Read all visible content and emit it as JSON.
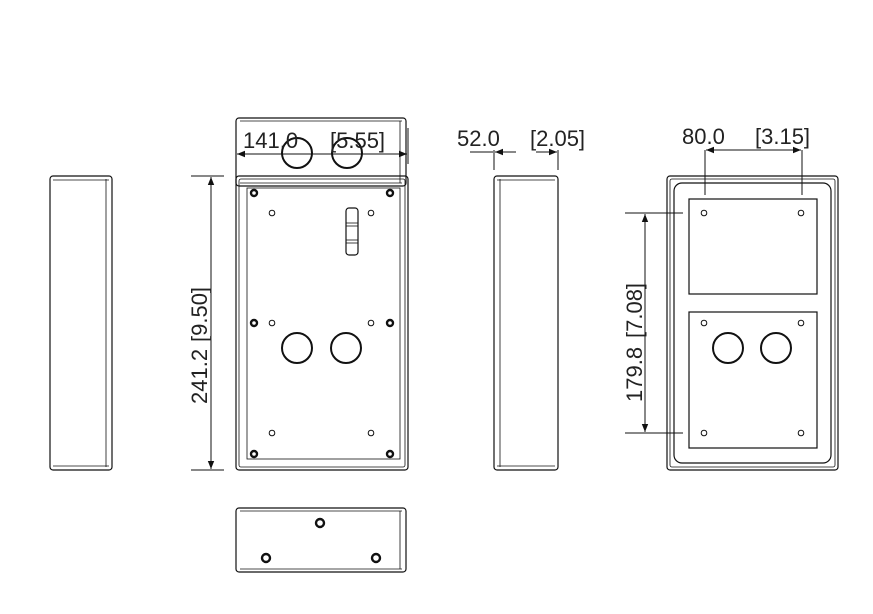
{
  "title": "Surface mounting box dimension drawing",
  "dimensions": {
    "front_width": {
      "mm": "141.0",
      "inch": "[5.55]"
    },
    "front_height": {
      "mm": "241.2",
      "inch": "[9.50]"
    },
    "depth": {
      "mm": "52.0",
      "inch": "[2.05]"
    },
    "hole_spacing_horizontal": {
      "mm": "80.0",
      "inch": "[3.15]"
    },
    "hole_spacing_vertical": {
      "mm": "179.8",
      "inch": "[7.08]"
    }
  },
  "colors": {
    "line": "#111111",
    "background": "#ffffff"
  }
}
